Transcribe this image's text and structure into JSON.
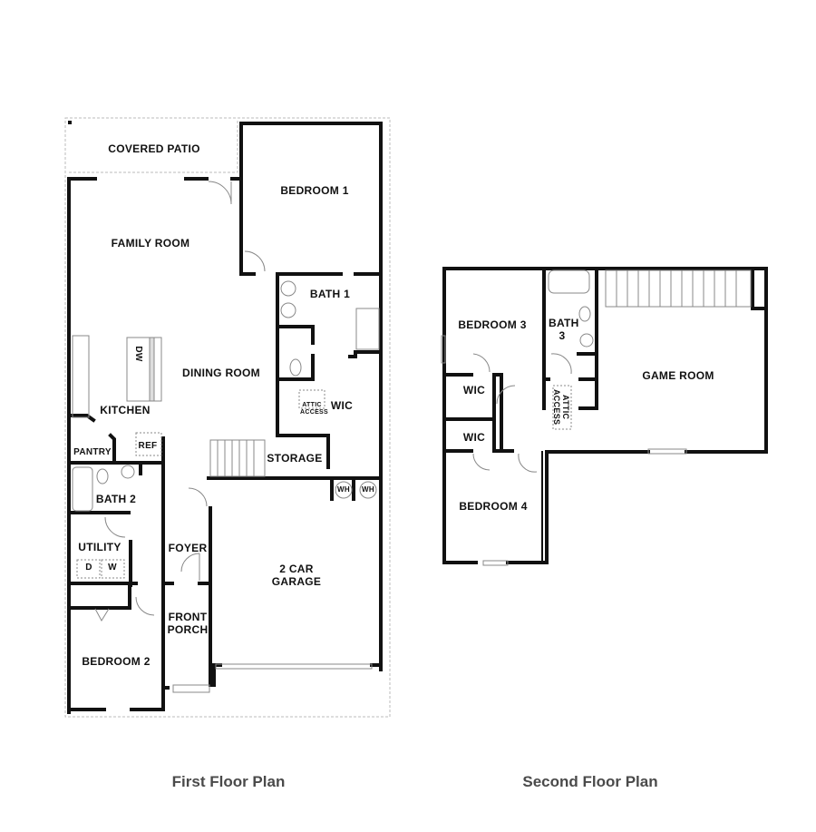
{
  "first_floor": {
    "caption": "First Floor Plan",
    "rooms": {
      "covered_patio": "COVERED PATIO",
      "bedroom_1": "BEDROOM 1",
      "family_room": "FAMILY ROOM",
      "bath_1": "BATH 1",
      "dining_room": "DINING ROOM",
      "kitchen": "KITCHEN",
      "wic": "WIC",
      "attic_access": "ATTIC ACCESS",
      "pantry": "PANTRY",
      "ref": "REF",
      "dw": "DW",
      "storage": "STORAGE",
      "wh_1": "WH",
      "wh_2": "WH",
      "bath_2": "BATH 2",
      "utility": "UTILITY",
      "dryer": "D",
      "washer": "W",
      "foyer": "FOYER",
      "garage": "2 CAR GARAGE",
      "front_porch": "FRONT PORCH",
      "bedroom_2": "BEDROOM 2"
    }
  },
  "second_floor": {
    "caption": "Second Floor Plan",
    "rooms": {
      "bedroom_3": "BEDROOM 3",
      "bath_3": "BATH 3",
      "game_room": "GAME ROOM",
      "wic_1": "WIC",
      "wic_2": "WIC",
      "attic_access": "ATTIC ACCESS",
      "bedroom_4": "BEDROOM 4"
    }
  }
}
